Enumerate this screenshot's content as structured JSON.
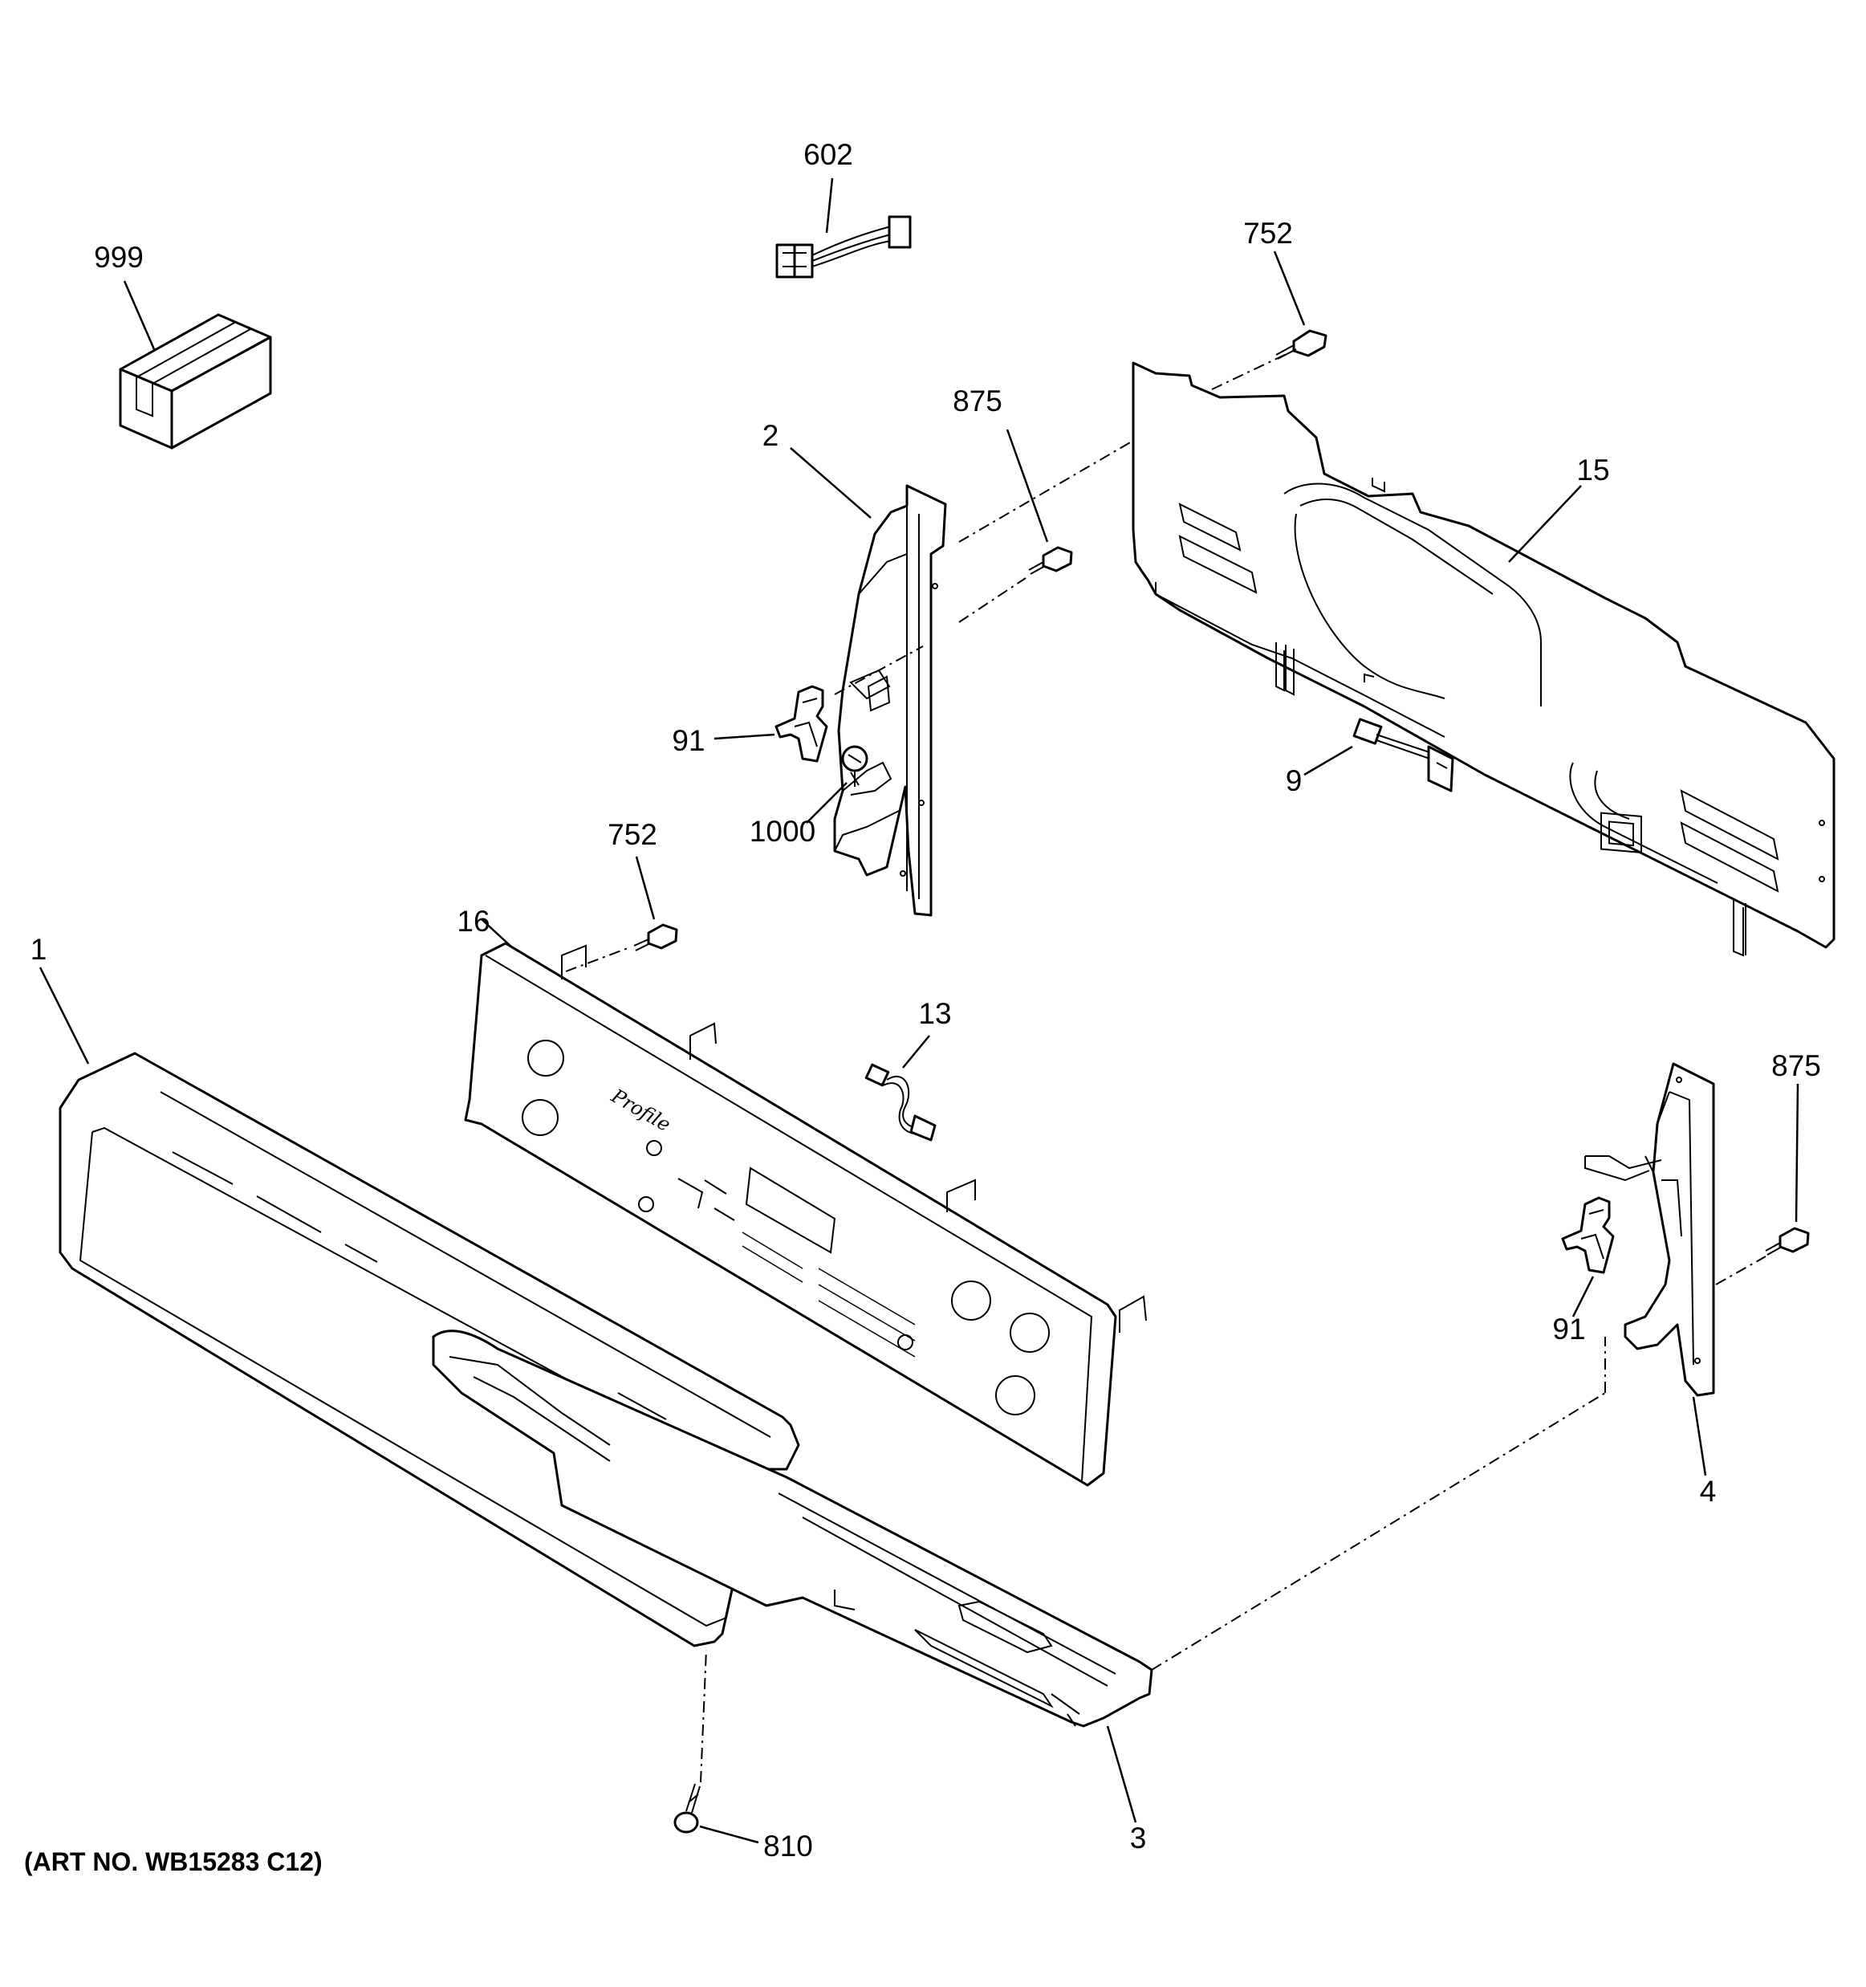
{
  "diagram": {
    "art_number": "(ART NO. WB15283 C12)",
    "callouts": {
      "c602": "602",
      "c999": "999",
      "c752_top": "752",
      "c875_top": "875",
      "c2": "2",
      "c15": "15",
      "c91_left": "91",
      "c1000": "1000",
      "c9": "9",
      "c752_mid": "752",
      "c16": "16",
      "c1": "1",
      "c13": "13",
      "c875_right": "875",
      "c91_right": "91",
      "c4": "4",
      "c810": "810",
      "c3": "3"
    },
    "panel_labels": {
      "brand": "Profile"
    }
  }
}
